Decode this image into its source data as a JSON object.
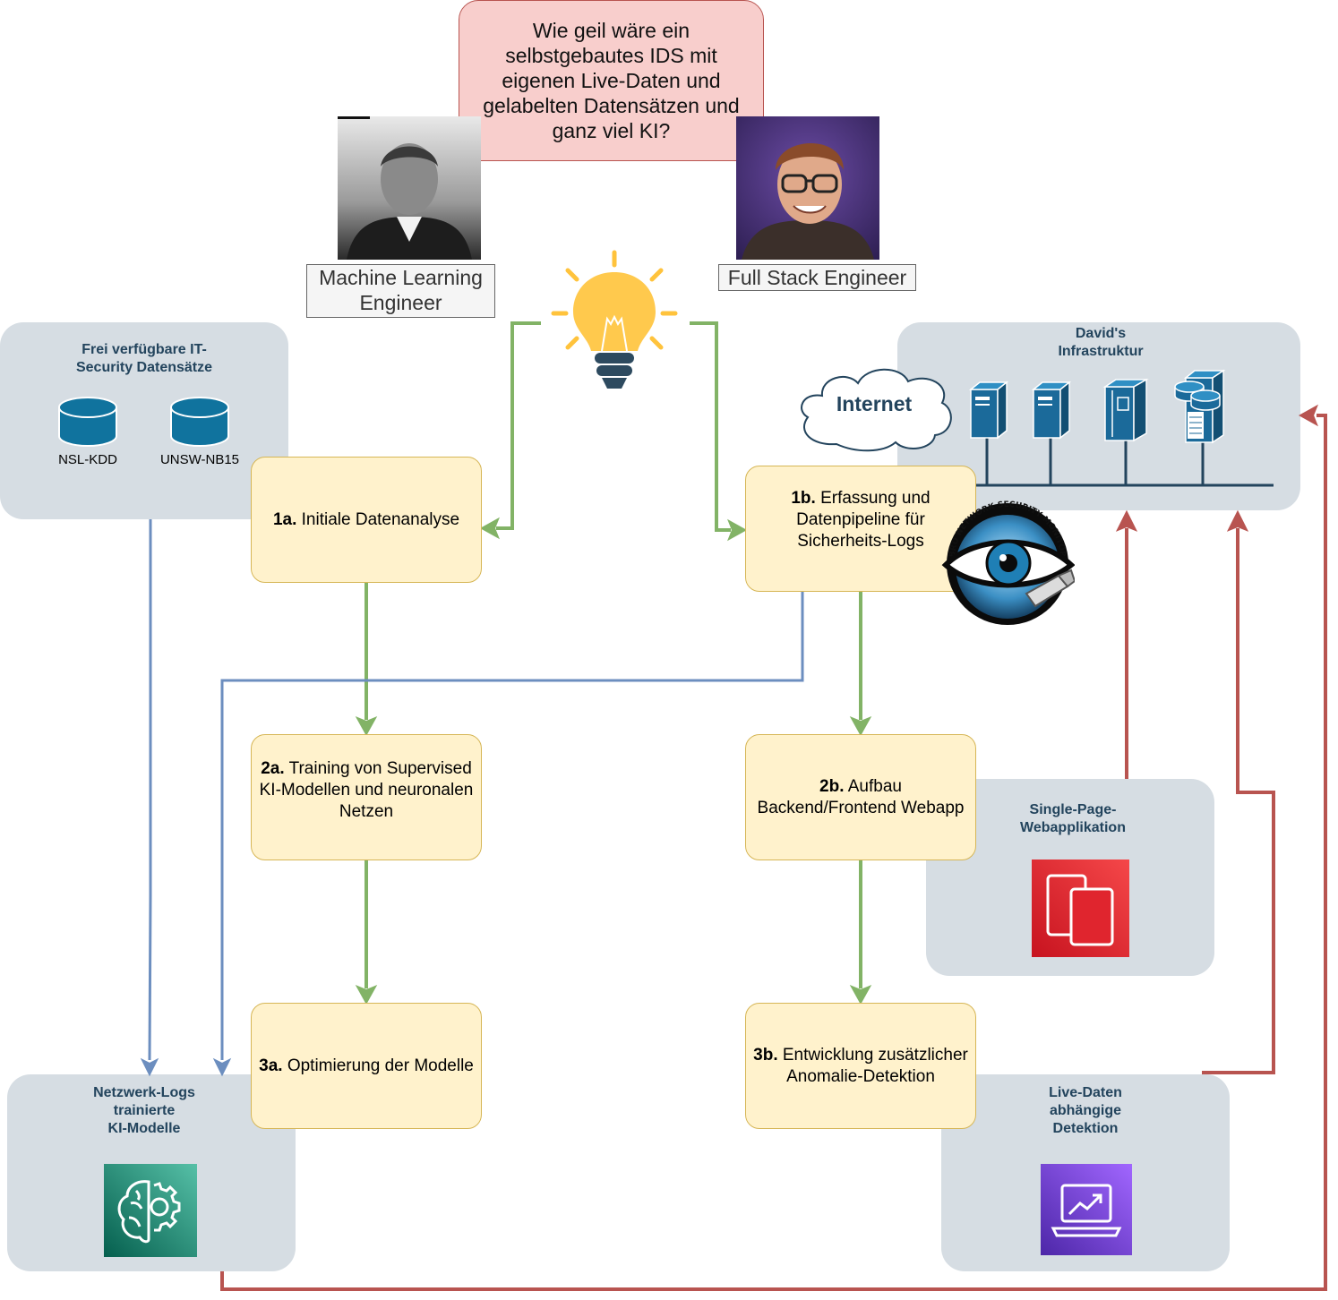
{
  "bubble": {
    "text": "Wie geil wäre ein\nselbstgebautes IDS mit\neigenen Live-Daten und\ngelabelten Datensätzen und\nganz viel KI?"
  },
  "roles": {
    "ml": "Machine Learning\nEngineer",
    "fullstack": "Full Stack Engineer"
  },
  "groups": {
    "datasets": {
      "title": "Frei verfügbare IT-\nSecurity Datensätze",
      "items": [
        "NSL-KDD",
        "UNSW-NB15"
      ]
    },
    "infra": {
      "title": "David's\nInfrastruktur",
      "cloud": "Internet"
    },
    "spa": {
      "title": "Single-Page-\nWebapplikation"
    },
    "models": {
      "title": "Netzwerk-Logs\ntrainierte\nKI-Modelle"
    },
    "live": {
      "title": "Live-Daten\nabhängige\nDetektion"
    }
  },
  "steps": {
    "s1a": {
      "num": "1a.",
      "text": " Initiale Datenanalyse"
    },
    "s1b": {
      "num": "1b.",
      "text": " Erfassung und Datenpipeline für Sicherheits-Logs"
    },
    "s2a": {
      "num": "2a.",
      "text": "  Training von Supervised KI-Modellen und neuronalen Netzen"
    },
    "s2b": {
      "num": "2b.",
      "text": " Aufbau Backend/Frontend Webapp"
    },
    "s3a": {
      "num": "3a.",
      "text": "  Optimierung der Modelle"
    },
    "s3b": {
      "num": "3b.",
      "text": " Entwicklung zusätzlicher Anomalie-Detektion"
    }
  },
  "bro_logo": {
    "text": "BRO NETWORK SECURITY MONITOR"
  },
  "colors": {
    "green": "#82b366",
    "blue": "#6c8ebf",
    "red": "#b85450",
    "step_fill": "#fff2cc",
    "group_fill": "#d6dde3",
    "server": "#1b6a9a"
  }
}
